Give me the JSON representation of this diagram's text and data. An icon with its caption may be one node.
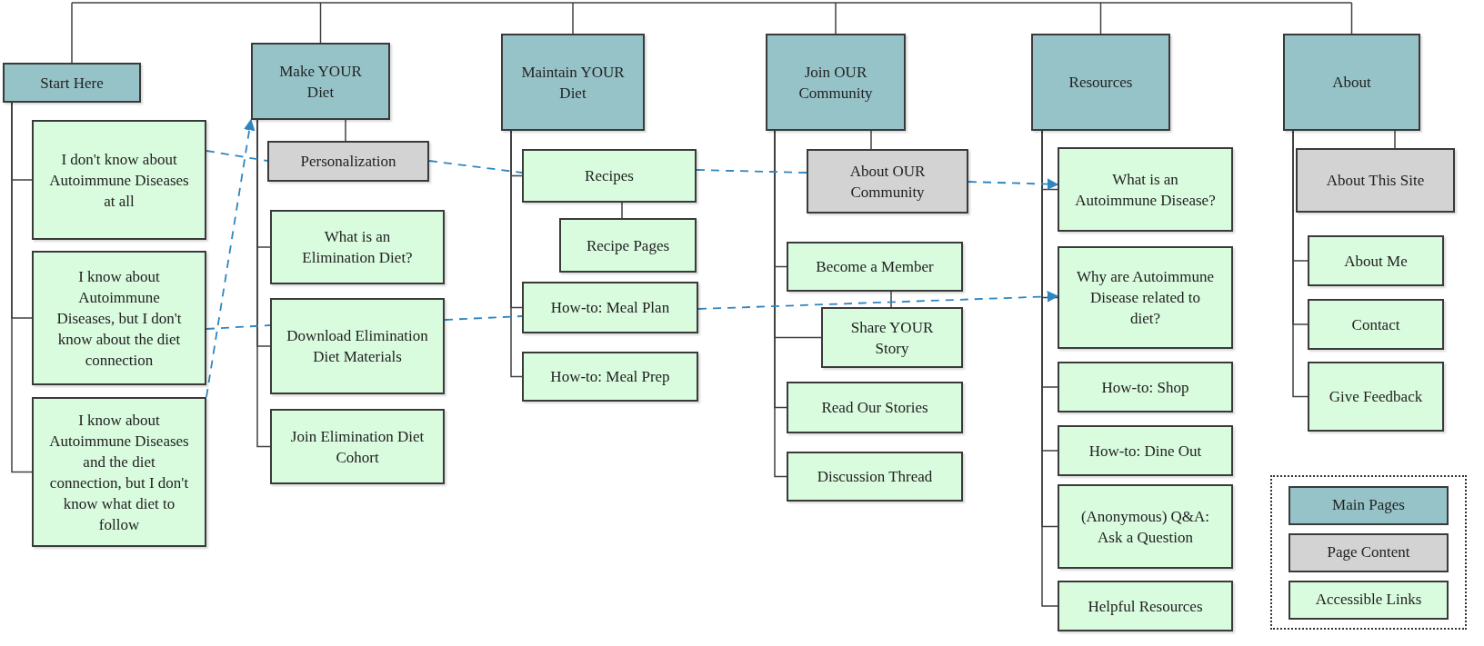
{
  "diagram": {
    "nodes": [
      {
        "text": [
          "Start Here"
        ]
      },
      {
        "text": [
          "I don't know about Autoimmune Diseases at all"
        ]
      },
      {
        "text": [
          "I know about Autoimmune Diseases, but I don't know about the diet connection"
        ]
      },
      {
        "text": [
          "I know about Autoimmune Diseases and the diet connection, but I don't know what diet to follow"
        ]
      },
      {
        "text": [
          "Make YOUR Diet"
        ]
      },
      {
        "text": [
          "Personalization"
        ]
      },
      {
        "text": [
          "What is an Elimination Diet?"
        ]
      },
      {
        "text": [
          "Download Elimination Diet Materials"
        ]
      },
      {
        "text": [
          "Join Elimination Diet Cohort"
        ]
      },
      {
        "text": [
          "Maintain YOUR Diet"
        ]
      },
      {
        "text": [
          "Recipes"
        ]
      },
      {
        "text": [
          "Recipe Pages"
        ]
      },
      {
        "text": [
          "How-to: Meal Plan"
        ]
      },
      {
        "text": [
          "How-to: Meal Prep"
        ]
      },
      {
        "text": [
          "Join OUR Community"
        ]
      },
      {
        "text": [
          "About OUR Community"
        ]
      },
      {
        "text": [
          "Become a Member"
        ]
      },
      {
        "text": [
          "Share YOUR Story"
        ]
      },
      {
        "text": [
          "Read Our Stories"
        ]
      },
      {
        "text": [
          "Discussion Thread"
        ]
      },
      {
        "text": [
          "Resources"
        ]
      },
      {
        "text": [
          "What is an Autoimmune Disease?"
        ]
      },
      {
        "text": [
          "Why are Autoimmune Disease related to diet?"
        ]
      },
      {
        "text": [
          "How-to: Shop"
        ]
      },
      {
        "text": [
          "How-to: Dine Out"
        ]
      },
      {
        "text": [
          "(Anonymous) Q&A: Ask a Question"
        ]
      },
      {
        "text": [
          "Helpful Resources"
        ]
      },
      {
        "text": [
          "About"
        ]
      },
      {
        "text": [
          "About This Site"
        ]
      },
      {
        "text": [
          "About Me"
        ]
      },
      {
        "text": [
          "Contact"
        ]
      },
      {
        "text": [
          "Give Feedback"
        ]
      }
    ],
    "edges": [
      {
        "from": null,
        "to": 0,
        "arrow": "none"
      },
      {
        "from": null,
        "to": 4,
        "arrow": "none"
      },
      {
        "from": null,
        "to": 9,
        "arrow": "none"
      },
      {
        "from": null,
        "to": 14,
        "arrow": "none"
      },
      {
        "from": null,
        "to": 20,
        "arrow": "none"
      },
      {
        "from": null,
        "to": 27,
        "arrow": "none"
      },
      {
        "from": 0,
        "to": 1,
        "arrow": "none"
      },
      {
        "from": 0,
        "to": 2,
        "arrow": "none"
      },
      {
        "from": 0,
        "to": 3,
        "arrow": "none"
      },
      {
        "from": 4,
        "to": 5,
        "arrow": "none"
      },
      {
        "from": 4,
        "to": 6,
        "arrow": "none"
      },
      {
        "from": 4,
        "to": 7,
        "arrow": "none"
      },
      {
        "from": 4,
        "to": 8,
        "arrow": "none"
      },
      {
        "from": 9,
        "to": 10,
        "arrow": "none"
      },
      {
        "from": 10,
        "to": 11,
        "arrow": "none"
      },
      {
        "from": 9,
        "to": 12,
        "arrow": "none"
      },
      {
        "from": 9,
        "to": 13,
        "arrow": "none"
      },
      {
        "from": 14,
        "to": 15,
        "arrow": "none"
      },
      {
        "from": 14,
        "to": 16,
        "arrow": "none"
      },
      {
        "from": 16,
        "to": 17,
        "arrow": "none"
      },
      {
        "from": 14,
        "to": 17,
        "arrow": "none"
      },
      {
        "from": 14,
        "to": 18,
        "arrow": "none"
      },
      {
        "from": 14,
        "to": 19,
        "arrow": "none"
      },
      {
        "from": 20,
        "to": 21,
        "arrow": "none"
      },
      {
        "from": 20,
        "to": 22,
        "arrow": "none"
      },
      {
        "from": 20,
        "to": 23,
        "arrow": "none"
      },
      {
        "from": 20,
        "to": 24,
        "arrow": "none"
      },
      {
        "from": 20,
        "to": 25,
        "arrow": "none"
      },
      {
        "from": 20,
        "to": 26,
        "arrow": "none"
      },
      {
        "from": 27,
        "to": 28,
        "arrow": "none"
      },
      {
        "from": 27,
        "to": 29,
        "arrow": "none"
      },
      {
        "from": 27,
        "to": 30,
        "arrow": "none"
      },
      {
        "from": 27,
        "to": 31,
        "arrow": "none"
      },
      {
        "from": 1,
        "to": 5,
        "arrow": "none",
        "style": "dashed",
        "color": "#2e86c1"
      },
      {
        "from": 5,
        "to": 10,
        "arrow": "none",
        "style": "dashed",
        "color": "#2e86c1"
      },
      {
        "from": 10,
        "to": 15,
        "arrow": "none",
        "style": "dashed",
        "color": "#2e86c1"
      },
      {
        "from": 15,
        "to": 21,
        "arrow": "to",
        "style": "dashed",
        "color": "#2e86c1"
      },
      {
        "from": 2,
        "to": 7,
        "arrow": "none",
        "style": "dashed",
        "color": "#2e86c1"
      },
      {
        "from": 7,
        "to": 12,
        "arrow": "none",
        "style": "dashed",
        "color": "#2e86c1"
      },
      {
        "from": 12,
        "to": 22,
        "arrow": "to",
        "style": "dashed",
        "color": "#2e86c1"
      },
      {
        "from": 3,
        "to": 4,
        "arrow": "to",
        "style": "dashed",
        "color": "#2e86c1"
      }
    ],
    "legend": [
      {
        "text": "Main Pages",
        "color": "#96c3c8"
      },
      {
        "text": "Page Content",
        "color": "#d3d3d3"
      },
      {
        "text": "Accessible Links",
        "color": "#d9fbde"
      }
    ]
  }
}
